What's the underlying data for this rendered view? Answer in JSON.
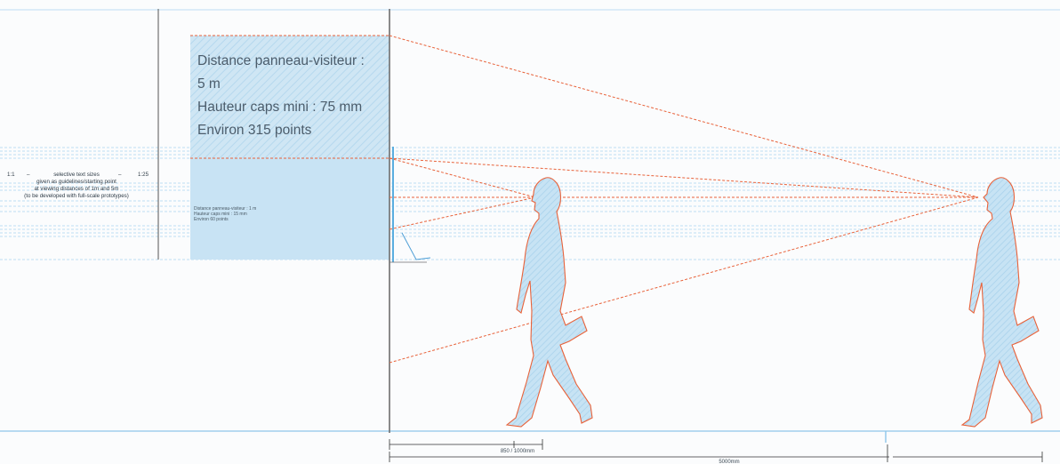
{
  "diagram": {
    "panel_text": {
      "line1": "Distance panneau-visiteur :",
      "line2": "5 m",
      "line3": "Hauteur caps mini : 75 mm",
      "line4": "Environ 315 points"
    },
    "side_note": {
      "ratio_left": "1:1",
      "ratio_mid": "selective text sizes",
      "ratio_right": "1:25",
      "line2": "given as guidelines/starting point",
      "line3": "at viewing distances of 1m and 5m",
      "line4": "(to be developed with full-scale prototypes)"
    },
    "small_panel_text": {
      "line1": "Distance panneau-visiteur : 1 m",
      "line2": "Hauteur caps mini : 15 mm",
      "line3": "Environ 60 points"
    },
    "dimensions": {
      "near": "850 / 1000mm",
      "far": "5000mm"
    },
    "colors": {
      "panel_fill": "#cfe6f4",
      "silhouette_fill": "#c4e1f3",
      "sightline": "#e8623a",
      "grid_line": "#a9d3ef",
      "wall_line": "#6e6e6e"
    }
  }
}
